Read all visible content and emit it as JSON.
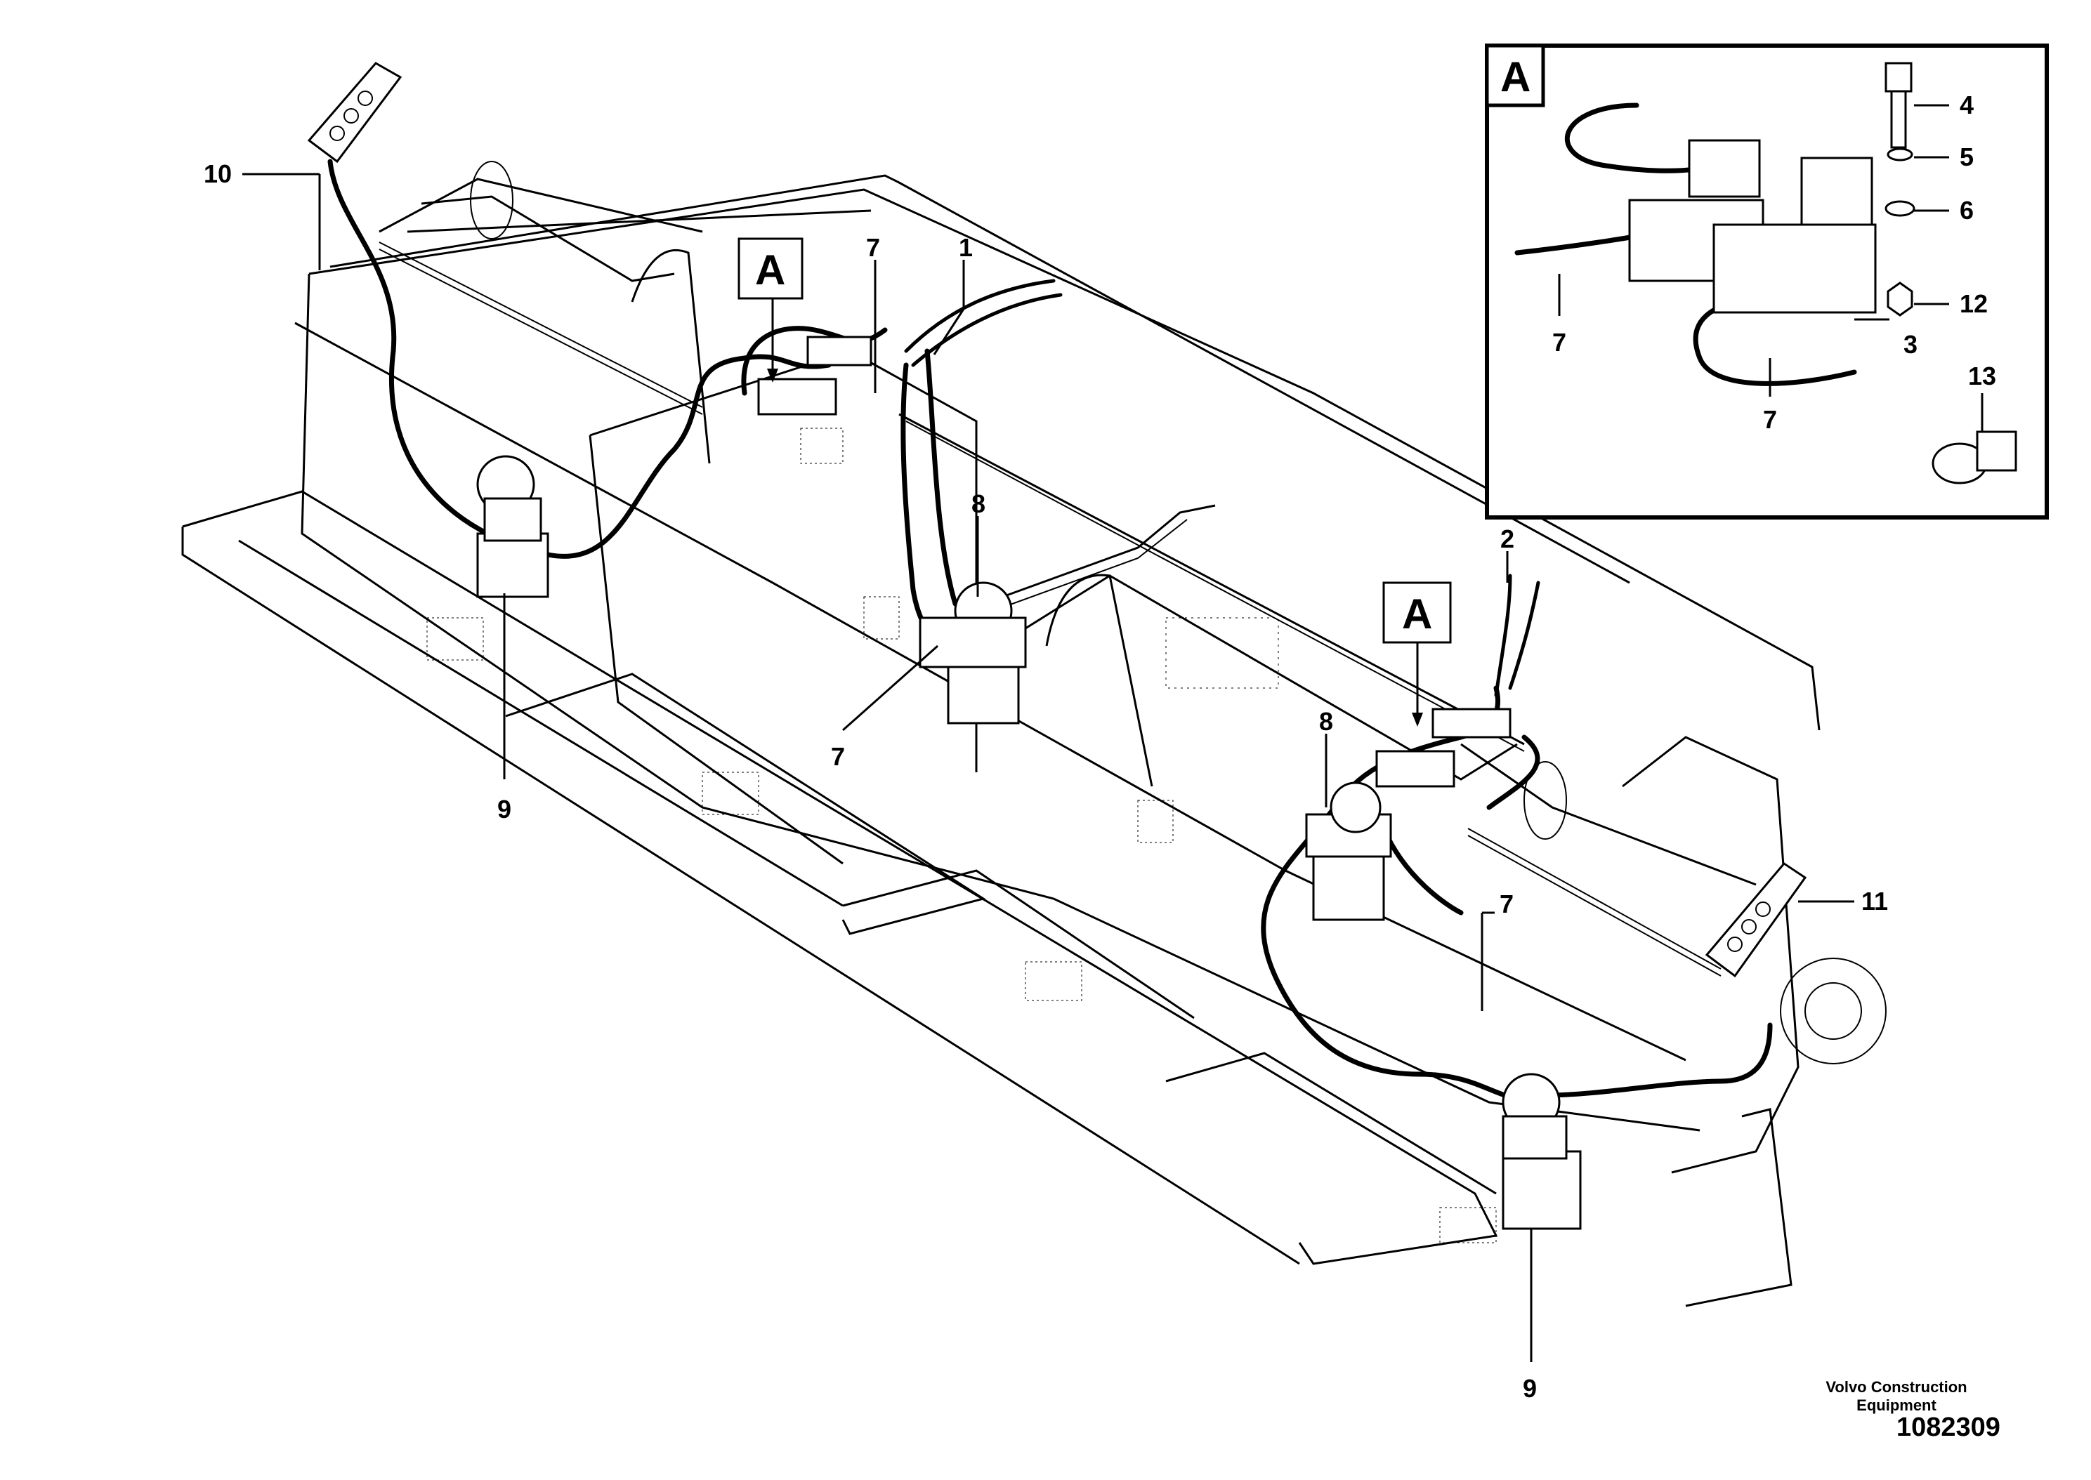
{
  "callouts": [
    {
      "id": "c10",
      "text": "10"
    },
    {
      "id": "c7a",
      "text": "7"
    },
    {
      "id": "c1",
      "text": "1"
    },
    {
      "id": "c8a",
      "text": "8"
    },
    {
      "id": "c9a",
      "text": "9"
    },
    {
      "id": "c7b",
      "text": "7"
    },
    {
      "id": "c2",
      "text": "2"
    },
    {
      "id": "c8b",
      "text": "8"
    },
    {
      "id": "c7c",
      "text": "7"
    },
    {
      "id": "c11",
      "text": "11"
    },
    {
      "id": "c9b",
      "text": "9"
    }
  ],
  "view_markers": [
    "A",
    "A"
  ],
  "detail": {
    "title": "A",
    "labels": [
      "4",
      "5",
      "6",
      "12",
      "3",
      "13",
      "7",
      "7"
    ]
  },
  "footer": {
    "line1": "Volvo Construction",
    "line2": "Equipment",
    "code": "1082309"
  }
}
